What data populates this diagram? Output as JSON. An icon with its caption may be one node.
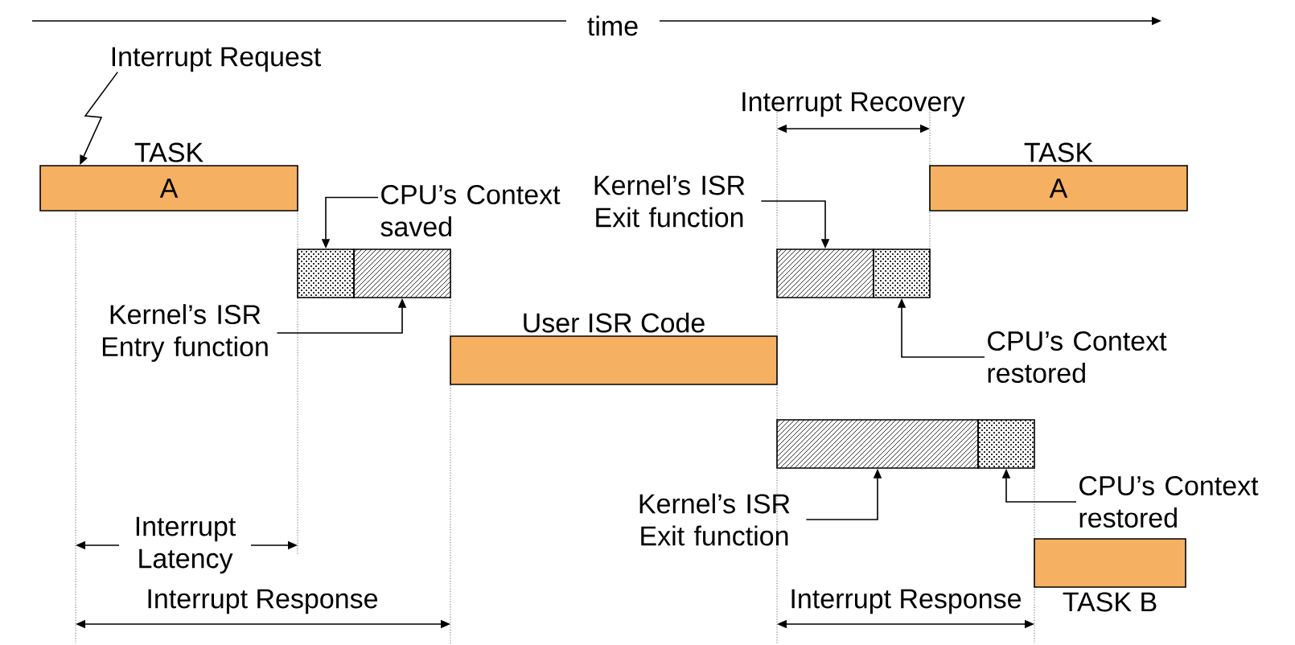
{
  "diagram": {
    "nodes": [
      {
        "text": [
          "Interrupt Request"
        ]
      },
      {
        "text": [
          "TASK",
          "A"
        ]
      },
      {
        "text": [
          "CPU’s Context saved"
        ]
      },
      {
        "text": [],
        "shape": "box"
      },
      {
        "text": [],
        "shape": "box"
      },
      {
        "text": [
          "Kernel’s ISR Entry function"
        ]
      },
      {
        "text": [
          "User ISR Code"
        ]
      },
      {
        "text": [
          "Kernel’s ISR Exit function"
        ]
      },
      {
        "text": [],
        "shape": "box"
      },
      {
        "text": [],
        "shape": "box"
      },
      {
        "text": [
          "CPU’s Context restored"
        ]
      },
      {
        "text": [
          "TASK",
          "A"
        ]
      },
      {
        "text": [],
        "shape": "box"
      },
      {
        "text": [],
        "shape": "box"
      },
      {
        "text": [
          "Kernel’s ISR Exit function"
        ]
      },
      {
        "text": [
          "CPU’s Context restored"
        ]
      },
      {
        "text": [
          "TASK B"
        ]
      }
    ],
    "edges": [
      {
        "from": 0,
        "to": 1,
        "arrow": "to"
      },
      {
        "from": 2,
        "to": 3,
        "arrow": "to"
      },
      {
        "from": 5,
        "to": 4,
        "arrow": "to"
      },
      {
        "from": 7,
        "to": 8,
        "arrow": "to"
      },
      {
        "from": 10,
        "to": 9,
        "arrow": "to"
      },
      {
        "from": 14,
        "to": 12,
        "arrow": "to"
      },
      {
        "from": 15,
        "to": 13,
        "arrow": "to"
      }
    ],
    "labels": [
      "time",
      "Interrupt Recovery",
      "Interrupt Latency",
      "Interrupt Response",
      "Interrupt Response"
    ]
  }
}
